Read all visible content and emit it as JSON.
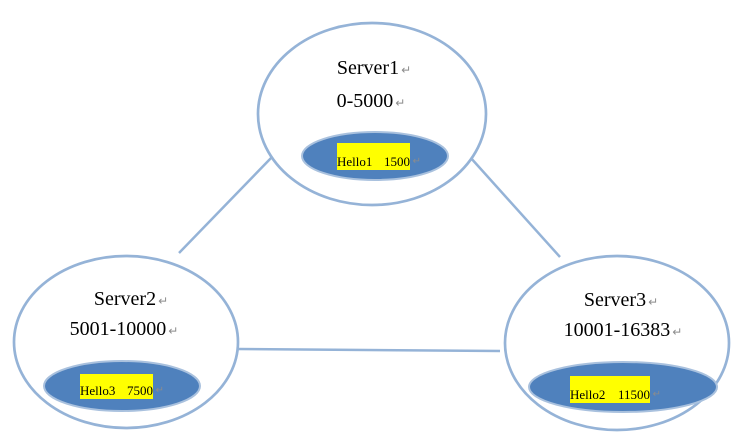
{
  "diagram": {
    "nodes": [
      {
        "name": "Server1",
        "range": "0-5000",
        "slot_label": "Hello1",
        "slot_value": "1500"
      },
      {
        "name": "Server2",
        "range": "5001-10000",
        "slot_label": "Hello3",
        "slot_value": "7500"
      },
      {
        "name": "Server3",
        "range": "10001-16383",
        "slot_label": "Hello2",
        "slot_value": "11500"
      }
    ],
    "edges": [
      [
        "Server1",
        "Server2"
      ],
      [
        "Server1",
        "Server3"
      ],
      [
        "Server2",
        "Server3"
      ]
    ],
    "paragraph_mark": "↵",
    "colors": {
      "outline": "#95b3d7",
      "inner_fill": "#4f81bd",
      "inner_stroke": "#a9c1de",
      "highlight": "#ffff00",
      "text": "#000000",
      "mark": "#8c8c8c",
      "background": "#ffffff"
    }
  }
}
